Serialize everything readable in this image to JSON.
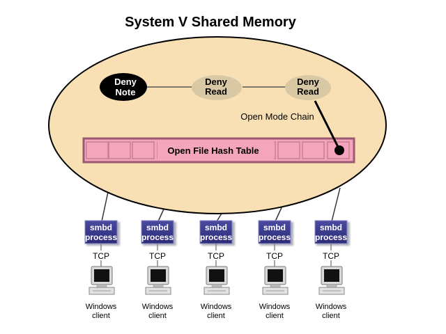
{
  "title": "System V Shared Memory",
  "chain": {
    "nodes": [
      {
        "line1": "Deny",
        "line2": "Note",
        "style": "dark"
      },
      {
        "line1": "Deny",
        "line2": "Read",
        "style": "light"
      },
      {
        "line1": "Deny",
        "line2": "Read",
        "style": "light"
      }
    ],
    "label": "Open Mode Chain"
  },
  "hash_table": {
    "label": "Open File Hash Table"
  },
  "clients": [
    {
      "process_line1": "smbd",
      "process_line2": "process",
      "protocol": "TCP",
      "client_line1": "Windows",
      "client_line2": "client"
    },
    {
      "process_line1": "smbd",
      "process_line2": "process",
      "protocol": "TCP",
      "client_line1": "Windows",
      "client_line2": "client"
    },
    {
      "process_line1": "smbd",
      "process_line2": "process",
      "protocol": "TCP",
      "client_line1": "Windows",
      "client_line2": "client"
    },
    {
      "process_line1": "smbd",
      "process_line2": "process",
      "protocol": "TCP",
      "client_line1": "Windows",
      "client_line2": "client"
    },
    {
      "process_line1": "smbd",
      "process_line2": "process",
      "protocol": "TCP",
      "client_line1": "Windows",
      "client_line2": "client"
    }
  ],
  "colors": {
    "memory_fill": "#f8e0b4",
    "hash_fill": "#f4a5bc",
    "hash_border": "#9c5a72",
    "node_dark": "#000000",
    "node_light": "#d9c8a4",
    "process_fill": "#3b3b8c"
  }
}
